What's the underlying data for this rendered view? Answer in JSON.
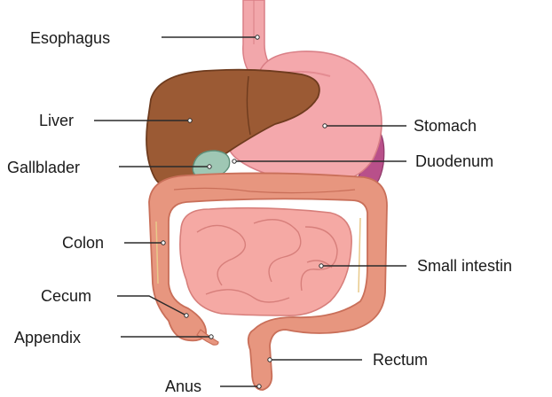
{
  "labels": {
    "esophagus": "Esophagus",
    "liver": "Liver",
    "gallbladder": "Gallblader",
    "colon": "Colon",
    "cecum": "Cecum",
    "appendix": "Appendix",
    "anus": "Anus",
    "stomach": "Stomach",
    "duodenum": "Duodenum",
    "small_intestine": "Small intestin",
    "rectum": "Rectum"
  },
  "colors": {
    "liver": "#9b5a34",
    "liver_dark": "#6e3b1e",
    "stomach": "#f4a8ac",
    "stomach_dark": "#d97f86",
    "gallbladder": "#9fc7b4",
    "colon": "#e7967f",
    "colon_dark": "#c96f59",
    "small_intestine": "#f5a9a4",
    "small_intestine_dark": "#d77f7b",
    "esophagus": "#f2a7ab",
    "spleen": "#b8508a"
  }
}
